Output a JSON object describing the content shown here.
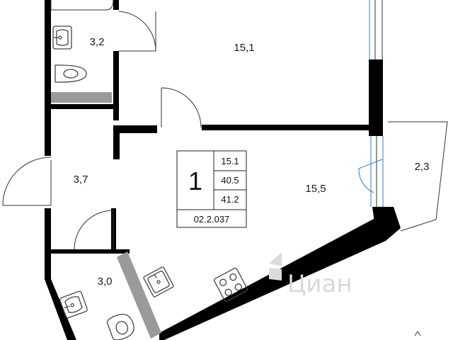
{
  "rooms": {
    "bathroom_top": "3,2",
    "kitchen_living_top": "15,1",
    "hall": "3,7",
    "main_room": "15,5",
    "bathroom_bottom": "3,0",
    "balcony": "2,3"
  },
  "apartment_box": {
    "rooms_count": "1",
    "values": [
      "15.1",
      "40.5",
      "41.2"
    ],
    "code": "02.2.037"
  },
  "watermark": "Циан",
  "colors": {
    "wall": "#000000",
    "gray_wall": "#9a9a9a",
    "line": "#333333",
    "window": "#2a7fd4"
  }
}
